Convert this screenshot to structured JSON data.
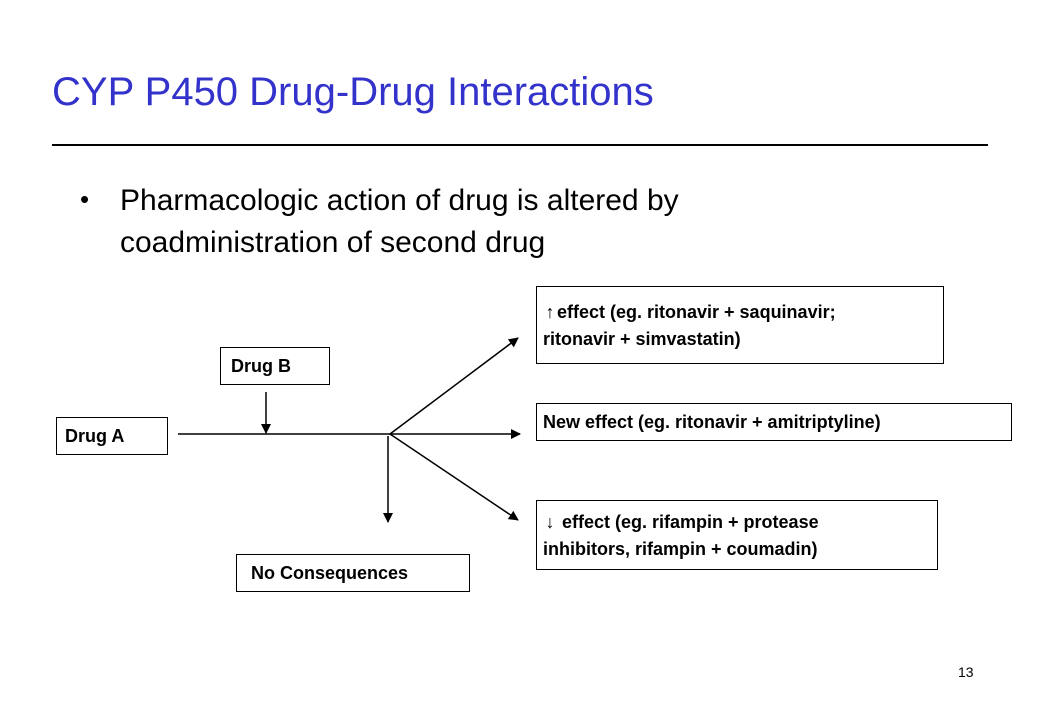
{
  "slide": {
    "title": "CYP P450 Drug-Drug Interactions",
    "bullet_symbol": "•",
    "bullet_text": "Pharmacologic action of drug is altered by coadministration of second drug",
    "page_number": "13"
  },
  "diagram": {
    "drug_a": "Drug A",
    "drug_b": "Drug B",
    "no_consequences": "No Consequences",
    "increased": {
      "arrow_glyph": "↑",
      "line1": "effect (eg. ritonavir + saquinavir;",
      "line2": "ritonavir + simvastatin)"
    },
    "new_effect": "New effect (eg. ritonavir + amitriptyline)",
    "decreased": {
      "arrow_glyph": "↓",
      "line1": "effect (eg. rifampin + protease",
      "line2": "inhibitors, rifampin + coumadin)"
    }
  },
  "colors": {
    "title": "#3333cc",
    "text": "#000000",
    "line": "#000000"
  }
}
